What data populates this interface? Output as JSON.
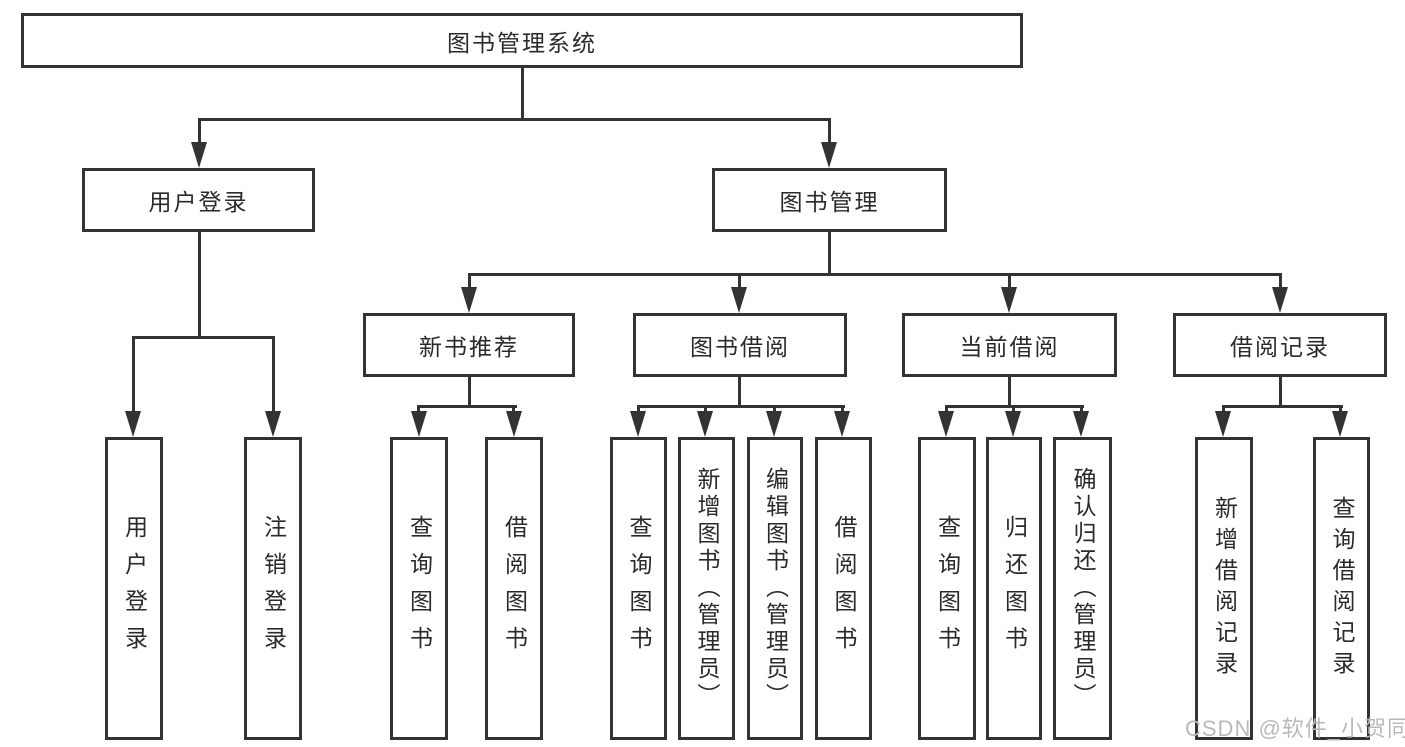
{
  "diagram": {
    "root": {
      "label": "图书管理系统"
    },
    "branches": [
      {
        "label": "用户登录",
        "children": [
          {
            "label": "用户登录"
          },
          {
            "label": "注销登录"
          }
        ]
      },
      {
        "label": "图书管理",
        "children": [
          {
            "label": "新书推荐",
            "children": [
              {
                "label": "查询图书"
              },
              {
                "label": "借阅图书"
              }
            ]
          },
          {
            "label": "图书借阅",
            "children": [
              {
                "label": "查询图书"
              },
              {
                "label": "新增图书（管理员）"
              },
              {
                "label": "编辑图书（管理员）"
              },
              {
                "label": "借阅图书"
              }
            ]
          },
          {
            "label": "当前借阅",
            "children": [
              {
                "label": "查询图书"
              },
              {
                "label": "归还图书"
              },
              {
                "label": "确认归还（管理员）"
              }
            ]
          },
          {
            "label": "借阅记录",
            "children": [
              {
                "label": "新增借阅记录"
              },
              {
                "label": "查询借阅记录"
              }
            ]
          }
        ]
      }
    ]
  },
  "watermark": {
    "text": "CSDN @软件_小贺同学",
    "color": "#b9b9b9"
  },
  "colors": {
    "line": "#333333",
    "text": "#2a2a2a",
    "background": "#ffffff"
  }
}
